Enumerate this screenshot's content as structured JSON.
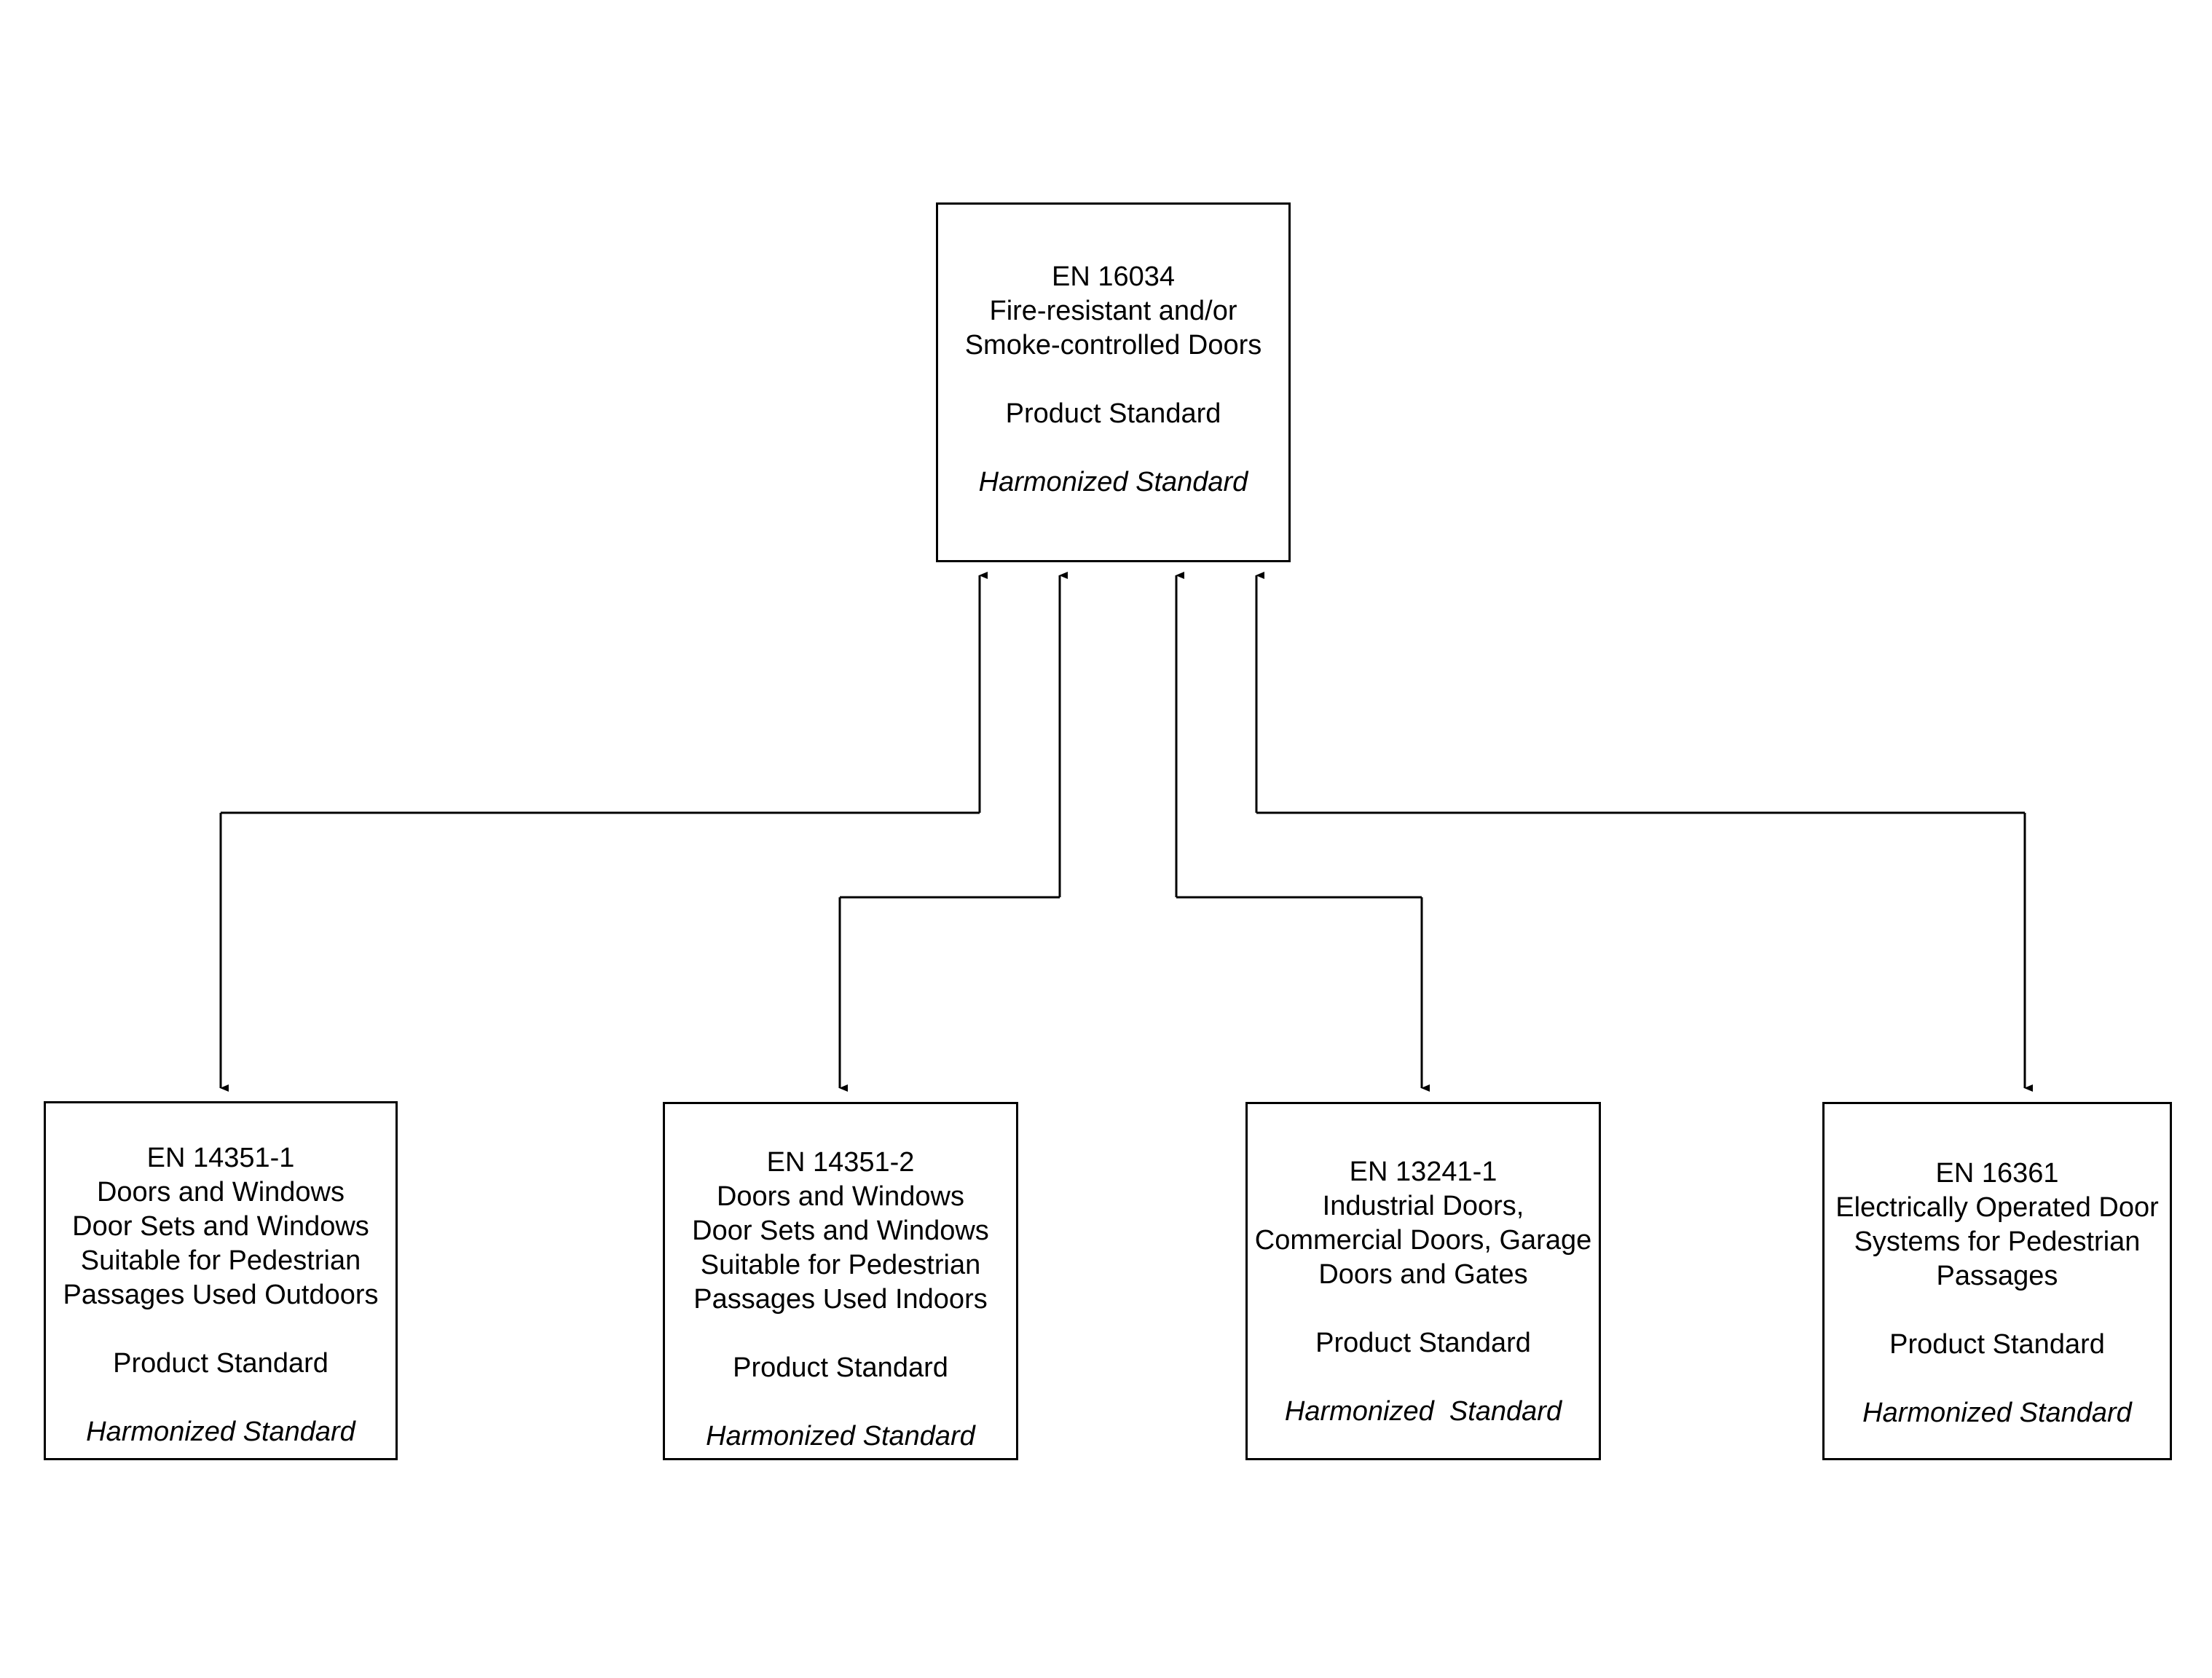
{
  "diagram": {
    "title_text": "",
    "background_color": "#ffffff",
    "line_color": "#000000",
    "nodes": [
      {
        "id": "en16034",
        "code": "EN 16034",
        "description_lines": [
          "Fire-resistant and/or",
          "Smoke-controlled Doors"
        ],
        "kind": "Product Standard",
        "harmonized": "Harmonized Standard"
      },
      {
        "id": "en14351-1",
        "code": "EN 14351-1",
        "description_lines": [
          "Doors and Windows",
          "Door Sets and Windows",
          "Suitable for Pedestrian",
          "Passages Used Outdoors"
        ],
        "kind": "Product Standard",
        "harmonized": "Harmonized Standard"
      },
      {
        "id": "en14351-2",
        "code": "EN 14351-2",
        "description_lines": [
          "Doors and Windows",
          "Door Sets and Windows",
          "Suitable for Pedestrian",
          "Passages Used Indoors"
        ],
        "kind": "Product Standard",
        "harmonized": "Harmonized Standard"
      },
      {
        "id": "en13241-1",
        "code": "EN 13241-1",
        "description_lines": [
          "Industrial Doors,",
          "Commercial Doors, Garage",
          "Doors and Gates"
        ],
        "kind": "Product Standard",
        "harmonized": "Harmonized  Standard"
      },
      {
        "id": "en16361",
        "code": "EN 16361",
        "description_lines": [
          "Electrically Operated Door",
          "Systems for Pedestrian",
          "Passages"
        ],
        "kind": "Product Standard",
        "harmonized": "Harmonized Standard"
      }
    ],
    "edges": [
      {
        "id": "edge-en14351-1",
        "from": "en16034",
        "to": "en14351-1",
        "direction": "bidirectional"
      },
      {
        "id": "edge-en14351-2",
        "from": "en16034",
        "to": "en14351-2",
        "direction": "bidirectional"
      },
      {
        "id": "edge-en13241-1",
        "from": "en16034",
        "to": "en13241-1",
        "direction": "bidirectional"
      },
      {
        "id": "edge-en16361",
        "from": "en16034",
        "to": "en16361",
        "direction": "bidirectional"
      }
    ]
  }
}
